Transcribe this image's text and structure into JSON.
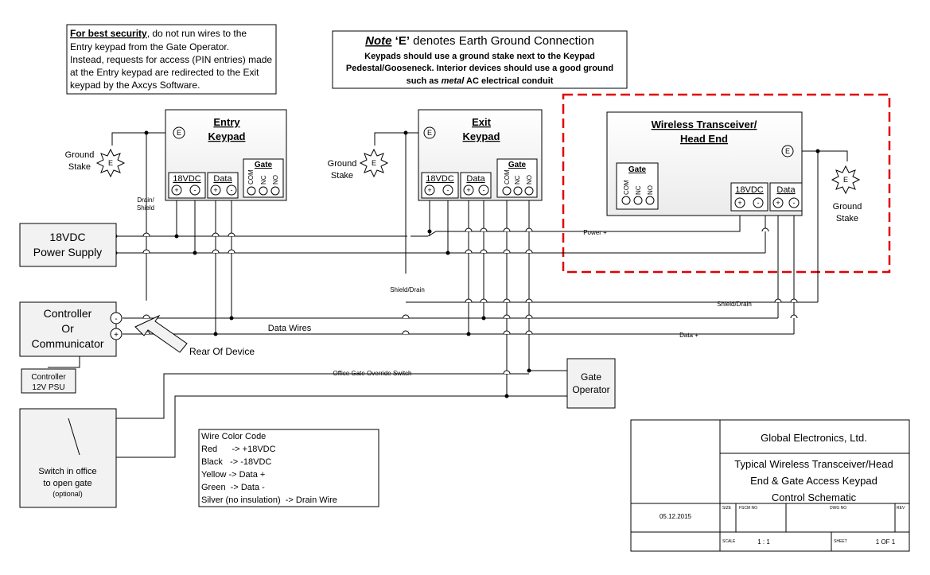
{
  "security_note": {
    "bold": "For best security",
    "line1_rest": ", do not run wires to the",
    "line2": "Entry keypad from the Gate Operator.",
    "line3": "Instead, requests for access (PIN entries) made",
    "line4": "at the Entry keypad are redirected to the Exit",
    "line5": "keypad by the Axcys Software."
  },
  "ground_note": {
    "note_word": "Note",
    "e_word": "‘E’",
    "title_rest": " denotes Earth Ground Connection",
    "line2": "Keypads should use a ground stake next to the Keypad",
    "line3": "Pedestal/Gooseneck.   Interior devices should use a good ground",
    "line4_a": "such as ",
    "line4_metal": "metal",
    "line4_b": " AC electrical conduit"
  },
  "entry_keypad": {
    "title1": "Entry",
    "title2": "Keypad",
    "vdc": "18VDC",
    "data": "Data",
    "gate": "Gate"
  },
  "exit_keypad": {
    "title1": "Exit",
    "title2": "Keypad",
    "vdc": "18VDC",
    "data": "Data",
    "gate": "Gate"
  },
  "transceiver": {
    "title1": "Wireless Transceiver/",
    "title2": "Head End",
    "vdc": "18VDC",
    "data": "Data",
    "gate": "Gate"
  },
  "terminals": {
    "com": "COM",
    "nc": "NC",
    "no": "NO",
    "plus": "+",
    "minus": "-",
    "e": "E"
  },
  "ground_stake": {
    "line1": "Ground",
    "line2": "Stake"
  },
  "power_supply": {
    "line1": "18VDC",
    "line2": "Power Supply"
  },
  "controller": {
    "line1": "Controller",
    "line2": "Or",
    "line3": "Communicator"
  },
  "controller_psu": {
    "line1": "Controller",
    "line2": "12V PSU"
  },
  "rear_of_device": "Rear Of Device",
  "gate_operator": {
    "line1": "Gate",
    "line2": "Operator"
  },
  "switch": {
    "line1": "Switch in office",
    "line2": "to open gate",
    "line3": "(optional)"
  },
  "wire_labels": {
    "drain1": "Drain/",
    "drain2": "Shield",
    "shield_drain": "Shield/Drain",
    "power_plus": "Power +",
    "data_wires": "Data Wires",
    "data_plus": "Data +",
    "override": "Office Gate Override Switch"
  },
  "color_code": {
    "title": "Wire Color Code",
    "rows": [
      "Red      -> +18VDC",
      "Black   -> -18VDC",
      "Yellow -> Data +",
      "Green  -> Data -",
      "Silver (no insulation)  -> Drain Wire"
    ]
  },
  "title_block": {
    "company": "Global Electronics, Ltd.",
    "title1": "Typical Wireless Transceiver/Head",
    "title2": "End & Gate Access Keypad",
    "title3": "Control Schematic",
    "date": "05.12.2015",
    "size": "SIZE",
    "fscm": "FSCM NO",
    "dwg": "DWG NO",
    "rev": "REV",
    "scale": "SCALE",
    "scale_val": "1 : 1",
    "sheet": "SHEET",
    "sheet_val": "1 OF 1"
  },
  "colors": {
    "line": "#000000",
    "box": "#f2f2f2",
    "dashed_border": "#e00000"
  }
}
